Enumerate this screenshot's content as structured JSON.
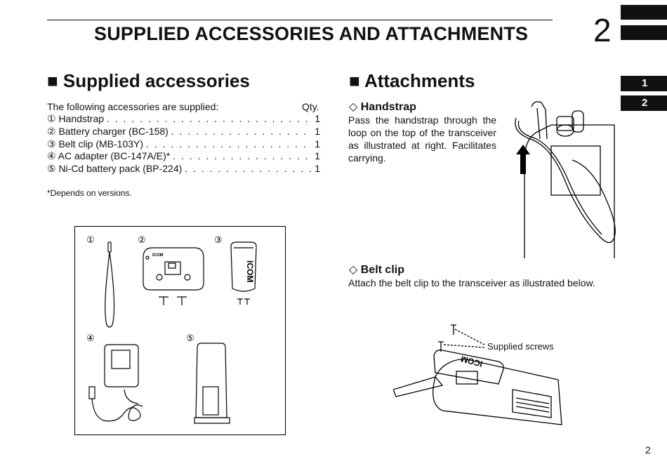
{
  "header": {
    "title": "SUPPLIED ACCESSORIES AND ATTACHMENTS",
    "chapter_number": "2"
  },
  "tabs": [
    {
      "label": "1",
      "active": false
    },
    {
      "label": "2",
      "active": true
    }
  ],
  "supplied": {
    "heading": "■ Supplied accessories",
    "intro": "The following accessories are supplied:",
    "qty_label": "Qty.",
    "items": [
      {
        "label": "① Handstrap",
        "qty": "1"
      },
      {
        "label": "② Battery charger (BC-158)",
        "qty": "1"
      },
      {
        "label": "③ Belt clip (MB-103Y)",
        "qty": "1"
      },
      {
        "label": "④ AC adapter (BC-147A/E)*",
        "qty": "1"
      },
      {
        "label": "⑤ Ni-Cd battery pack (BP-224)",
        "qty": "1"
      }
    ],
    "footnote": "*Depends on versions.",
    "figure_labels": [
      "①",
      "②",
      "③",
      "④",
      "⑤"
    ],
    "charger_brand": "ICOM",
    "clip_brand": "ICOM"
  },
  "attachments": {
    "heading": "■ Attachments",
    "handstrap": {
      "heading": "◇ Handstrap",
      "text": "Pass the handstrap through the loop on the top of the transceiver as illustrated at right. Facilitates carrying."
    },
    "beltclip": {
      "heading": "◇ Belt clip",
      "text": "Attach the belt clip to the transceiver as illustrated below.",
      "callout": "Supplied screws",
      "clip_brand": "ICOM"
    }
  },
  "page_number": "2"
}
